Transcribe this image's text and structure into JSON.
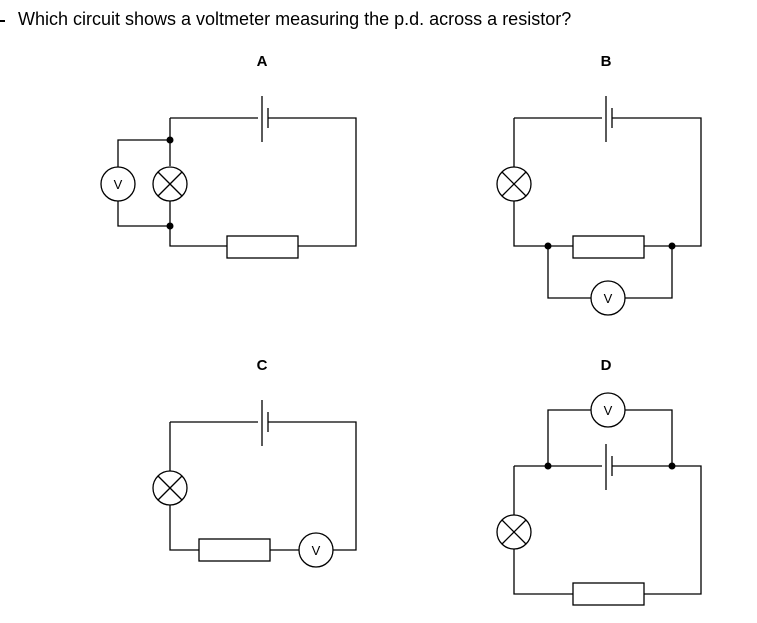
{
  "question": "Which circuit shows a voltmeter measuring the p.d. across a resistor?",
  "options": [
    {
      "label": "A",
      "voltmeter_symbol": "V"
    },
    {
      "label": "B",
      "voltmeter_symbol": "V"
    },
    {
      "label": "C",
      "voltmeter_symbol": "V"
    },
    {
      "label": "D",
      "voltmeter_symbol": "V"
    }
  ]
}
